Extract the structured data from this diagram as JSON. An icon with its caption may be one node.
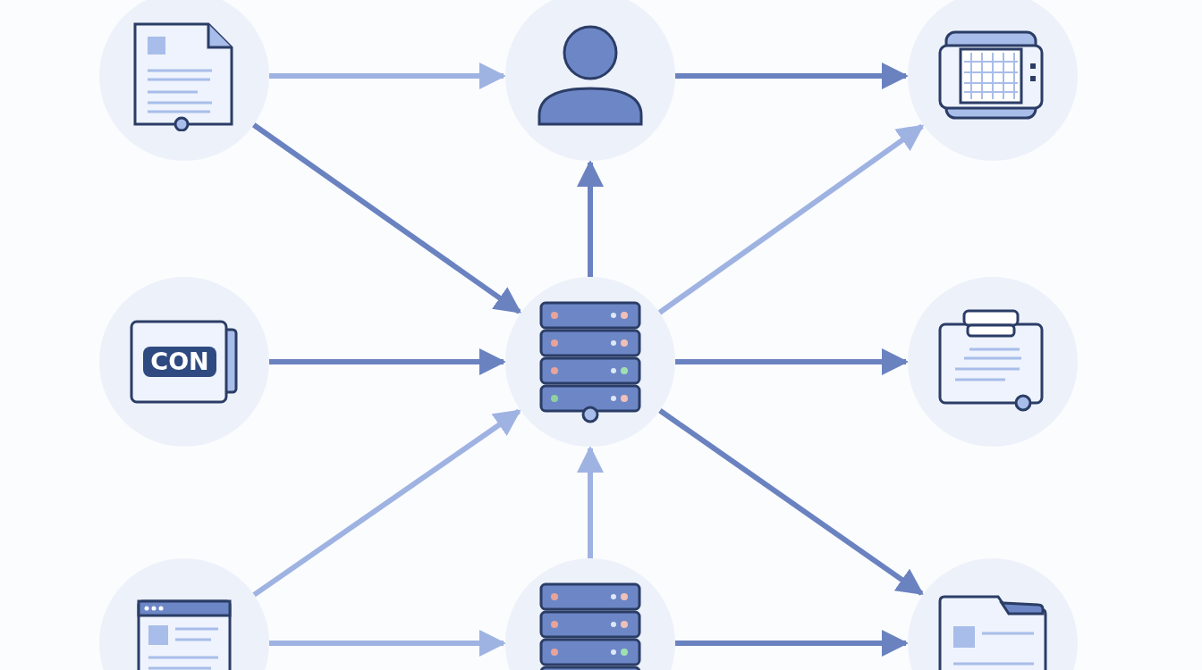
{
  "diagram": {
    "nodes": [
      {
        "text": [],
        "shape": "picture"
      },
      {
        "text": [],
        "shape": "picture"
      },
      {
        "text": [],
        "shape": "picture"
      },
      {
        "text": [
          "CON"
        ]
      },
      {
        "text": [],
        "shape": "picture"
      },
      {
        "text": [],
        "shape": "picture"
      },
      {
        "text": [],
        "shape": "picture"
      },
      {
        "text": [],
        "shape": "picture"
      },
      {
        "text": [],
        "shape": "picture"
      }
    ],
    "edges": [
      {
        "from": 0,
        "to": 1,
        "arrow": "to",
        "color": "#9fb3e2"
      },
      {
        "from": 1,
        "to": 2,
        "arrow": "to"
      },
      {
        "from": 0,
        "to": 4,
        "arrow": "to"
      },
      {
        "from": 4,
        "to": 1,
        "arrow": "to"
      },
      {
        "from": 4,
        "to": 2,
        "arrow": "to",
        "color": "#9fb3e2"
      },
      {
        "from": 3,
        "to": 4,
        "arrow": "to"
      },
      {
        "from": 4,
        "to": 5,
        "arrow": "to"
      },
      {
        "from": 6,
        "to": 4,
        "arrow": "to",
        "color": "#9fb3e2"
      },
      {
        "from": 7,
        "to": 4,
        "arrow": "to",
        "color": "#9fb3e2"
      },
      {
        "from": 4,
        "to": 8,
        "arrow": "to"
      },
      {
        "from": 6,
        "to": 7,
        "arrow": "to",
        "color": "#9fb3e2"
      },
      {
        "from": 7,
        "to": 8,
        "arrow": "to"
      }
    ]
  }
}
